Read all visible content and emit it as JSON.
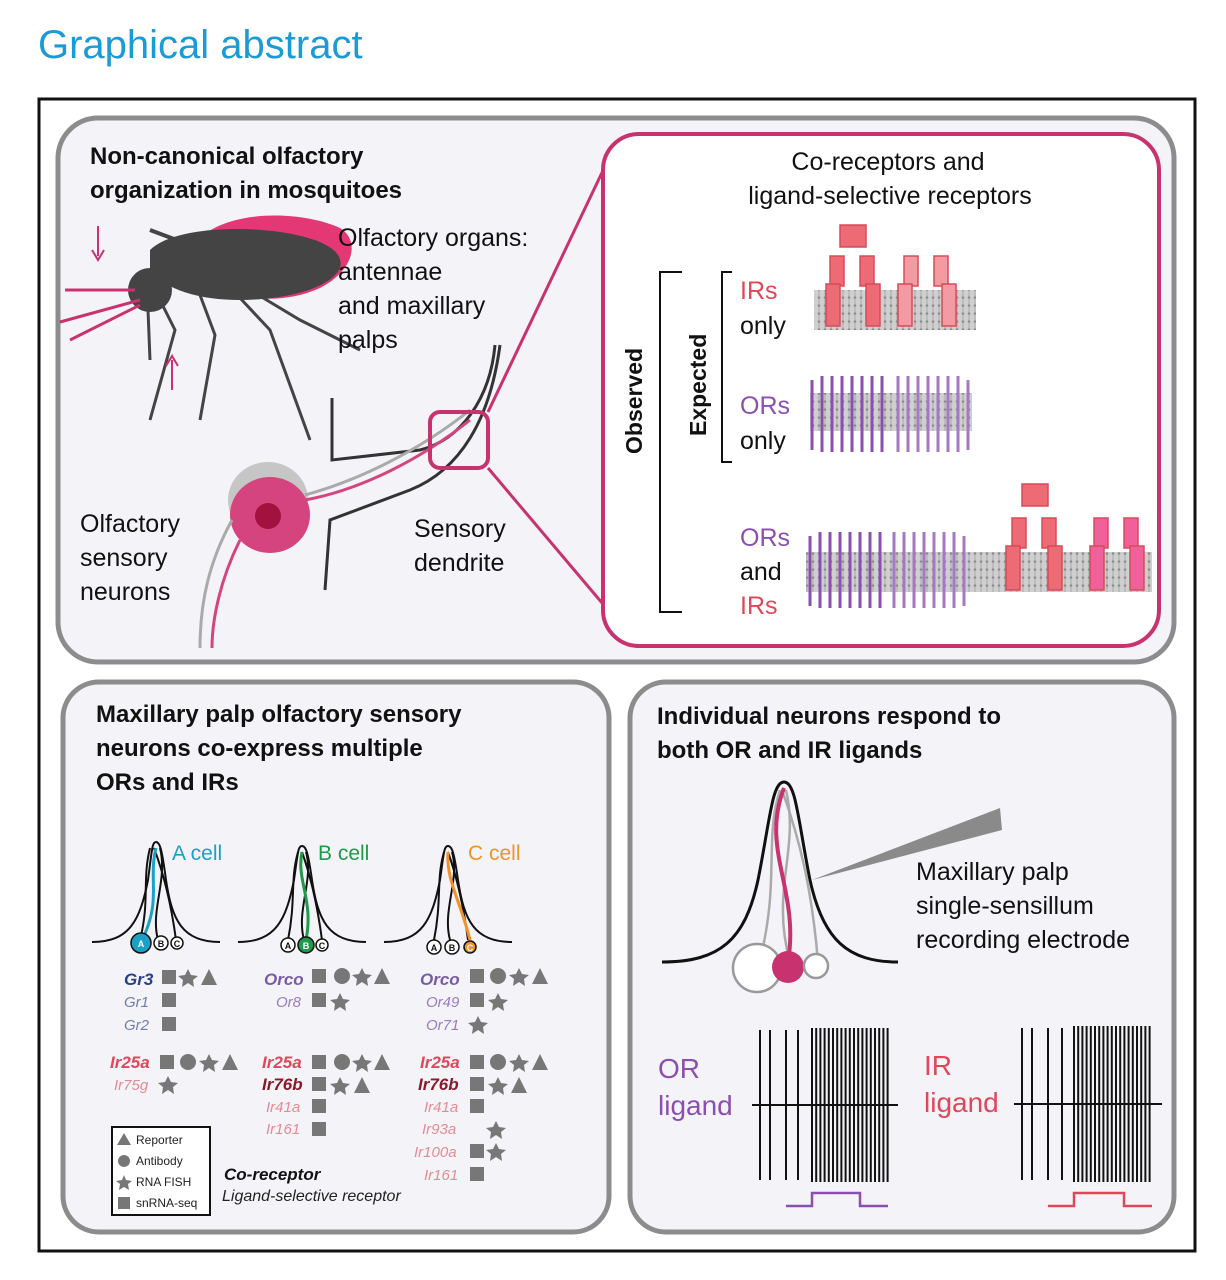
{
  "title": "Graphical abstract",
  "panel_top": {
    "heading": [
      "Non-canonical olfactory",
      "organization in mosquitoes"
    ],
    "organs_label": [
      "Olfactory organs:",
      "antennae",
      "and maxillary",
      "palps"
    ],
    "neurons_label": [
      "Olfactory",
      "sensory",
      "neurons"
    ],
    "dendrite_label": [
      "Sensory",
      "dendrite"
    ],
    "inset": {
      "heading": [
        "Co-receptors and",
        "ligand-selective receptors"
      ],
      "observed": "Observed",
      "expected": "Expected",
      "rows": [
        {
          "line1": "IRs",
          "line2": "only"
        },
        {
          "line1": "ORs",
          "line2": "only"
        },
        {
          "line1": "ORs",
          "line2": "and",
          "line3": "IRs"
        }
      ]
    }
  },
  "panel_left": {
    "heading": [
      "Maxillary palp olfactory sensory",
      "neurons co-express multiple",
      "ORs and IRs"
    ],
    "cells": [
      {
        "label": "A cell",
        "color": "#1ba0c8",
        "genes": [
          "Gr3",
          "Gr1",
          "Gr2"
        ],
        "ir_genes": [
          "Ir25a",
          "Ir75g"
        ]
      },
      {
        "label": "B cell",
        "color": "#1e9a4a",
        "genes": [
          "Orco",
          "Or8"
        ],
        "ir_genes": [
          "Ir25a",
          "Ir76b",
          "Ir41a",
          "Ir161"
        ]
      },
      {
        "label": "C cell",
        "color": "#f0922a",
        "genes": [
          "Orco",
          "Or49",
          "Or71"
        ],
        "ir_genes": [
          "Ir25a",
          "Ir76b",
          "Ir41a",
          "Ir93a",
          "Ir100a",
          "Ir161"
        ]
      }
    ],
    "neuron_letters": [
      "A",
      "B",
      "C"
    ],
    "legend": [
      "Reporter",
      "Antibody",
      "RNA FISH",
      "snRNA-seq"
    ],
    "key_co": "Co-receptor",
    "key_ls": "Ligand-selective receptor"
  },
  "panel_right": {
    "heading": [
      "Individual neurons respond to",
      "both OR and IR ligands"
    ],
    "electrode_label": [
      "Maxillary palp",
      "single-sensillum",
      "recording electrode"
    ],
    "or_ligand": [
      "OR",
      "ligand"
    ],
    "ir_ligand": [
      "IR",
      "ligand"
    ]
  },
  "colors": {
    "title": "#1a9ad6",
    "magenta": "#c8336f",
    "or_purple": "#8a4fb0",
    "ir_red": "#e0485a",
    "panel_border": "#8c8c8c",
    "panel_fill": "#f4f4f8"
  }
}
